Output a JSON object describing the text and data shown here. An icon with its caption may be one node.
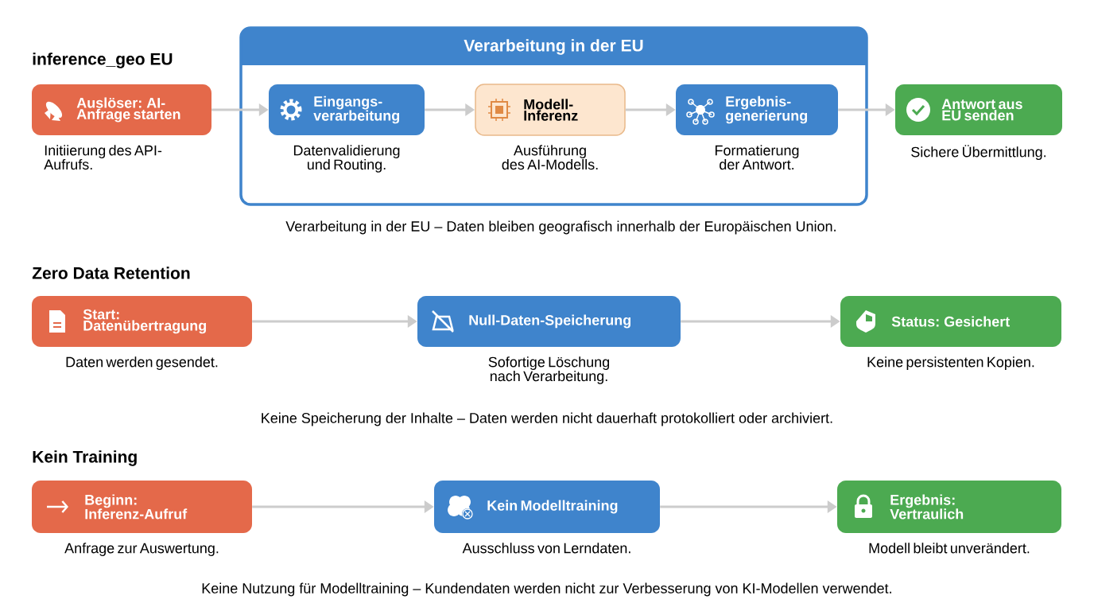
{
  "diagram": {
    "nodes": [
      {
        "text": [
          "Verarbeitung in der EU"
        ]
      },
      {
        "text": [
          "Auslöser: AI-Anfrage starten"
        ],
        "beside": [
          "Initiierung des API-Aufrufs."
        ]
      },
      {
        "text": [
          "Eingangs-verarbeitung"
        ],
        "in": 0,
        "beside": [
          "Datenvalidierung und Routing."
        ]
      },
      {
        "text": [
          "Modell-Inferenz"
        ],
        "in": 0,
        "beside": [
          "Ausführung des AI-Modells."
        ]
      },
      {
        "text": [
          "Ergebnis-generierung"
        ],
        "in": 0,
        "beside": [
          "Formatierung der Antwort."
        ]
      },
      {
        "text": [
          "Antwort aus EU senden"
        ],
        "beside": [
          "Sichere Übermittlung."
        ]
      },
      {
        "text": [
          "Start: Datenübertragung"
        ],
        "beside": [
          "Daten werden gesendet."
        ]
      },
      {
        "text": [
          "Null-Daten-Speicherung"
        ],
        "beside": [
          "Sofortige Löschung nach Verarbeitung."
        ]
      },
      {
        "text": [
          "Status: Gesichert"
        ],
        "beside": [
          "Keine persistenten Kopien."
        ]
      },
      {
        "text": [
          "Beginn: Inferenz-Aufruf"
        ],
        "beside": [
          "Anfrage zur Auswertung."
        ]
      },
      {
        "text": [
          "Kein Modelltraining"
        ],
        "beside": [
          "Ausschluss von Lerndaten."
        ]
      },
      {
        "text": [
          "Ergebnis: Vertraulich"
        ],
        "beside": [
          "Modell bleibt unverändert."
        ]
      }
    ],
    "edges": [
      {
        "from": 1,
        "to": 2,
        "arrow": "to"
      },
      {
        "from": 2,
        "to": 3,
        "arrow": "to"
      },
      {
        "from": 3,
        "to": 4,
        "arrow": "to"
      },
      {
        "from": 4,
        "to": 5,
        "arrow": "to"
      },
      {
        "from": 6,
        "to": 7,
        "arrow": "to"
      },
      {
        "from": 7,
        "to": 8,
        "arrow": "to"
      },
      {
        "from": 9,
        "to": 10,
        "arrow": "to"
      },
      {
        "from": 10,
        "to": 11,
        "arrow": "to"
      }
    ],
    "labels": [
      "inference_geo EU",
      "Verarbeitung in der EU – Daten bleiben geografisch innerhalb der Europäischen Union.",
      "Zero Data Retention",
      "Keine Speicherung der Inhalte – Daten werden nicht dauerhaft protokolliert oder archiviert.",
      "Kein Training",
      "Keine Nutzung für Modelltraining – Kundendaten werden nicht zur Verbesserung von KI-Modellen verwendet."
    ]
  }
}
